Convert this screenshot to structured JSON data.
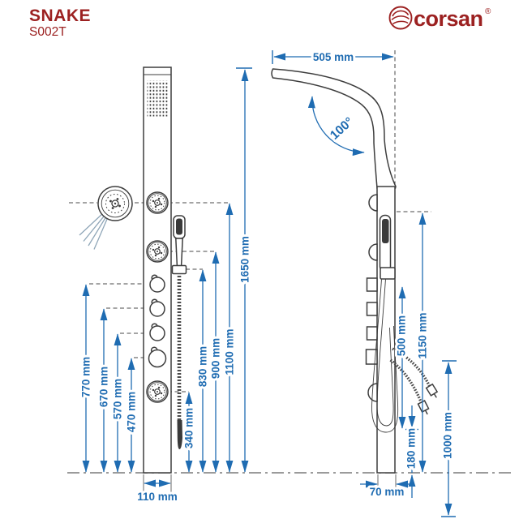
{
  "header": {
    "product_name": "SNAKE",
    "product_code": "S002T"
  },
  "brand": {
    "name": "corsan",
    "registered_mark": "®"
  },
  "colors": {
    "dimension_blue": "#1f6cb2",
    "brand_red": "#9c2121",
    "drawing_dark": "#3d3d3d"
  },
  "front_view": {
    "dimensions": {
      "total_height": "1650 mm",
      "top_jet_height": "1100 mm",
      "middle_jet_height": "900 mm",
      "hand_shower_height": "830 mm",
      "knob1_height": "770 mm",
      "knob2_height": "670 mm",
      "knob3_height": "570 mm",
      "knob4_height": "470 mm",
      "bottom_jet_height": "340 mm",
      "panel_width": "110 mm"
    }
  },
  "side_view": {
    "dimensions": {
      "top_reach": "505 mm",
      "head_angle": "100°",
      "holder_height": "1150 mm",
      "hose_drop": "500 mm",
      "floor_clearance": "180 mm",
      "supply_hose": "1000 mm",
      "panel_depth": "70 mm"
    }
  }
}
